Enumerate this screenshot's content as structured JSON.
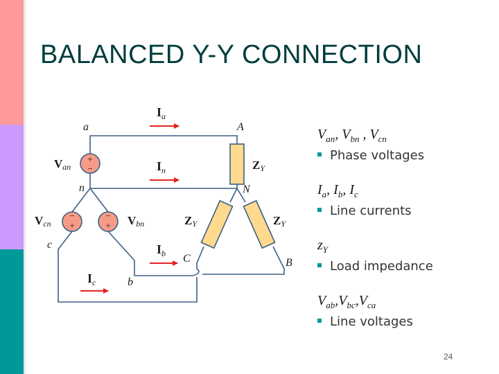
{
  "slide": {
    "title": "BALANCED Y-Y CONNECTION",
    "page_number": "24",
    "accent_colors": {
      "stripe_top": "#ff9a9a",
      "stripe_middle": "#cc99ff",
      "stripe_bottom": "#009999",
      "title": "#003d3d",
      "wire": "#3b5f86",
      "arrow": "#e52222",
      "load": "#ffd98e"
    }
  },
  "circuit": {
    "nodes": {
      "a": "a",
      "n": "n",
      "c": "c",
      "b": "b",
      "A": "A",
      "N": "N",
      "B": "B",
      "C": "C"
    },
    "currents": {
      "ia": {
        "main": "I",
        "sub": "a"
      },
      "in": {
        "main": "I",
        "sub": "n"
      },
      "ib": {
        "main": "I",
        "sub": "b"
      },
      "ic": {
        "main": "I",
        "sub": "c"
      }
    },
    "sources": {
      "van": {
        "main": "V",
        "sub": "an"
      },
      "vcn": {
        "main": "V",
        "sub": "cn"
      },
      "vbn": {
        "main": "V",
        "sub": "bn"
      },
      "plus": "+",
      "minus": "−"
    },
    "loads": {
      "za": {
        "main": "Z",
        "sub": "Y"
      },
      "zc": {
        "main": "Z",
        "sub": "Y"
      },
      "zb": {
        "main": "Z",
        "sub": "Y"
      }
    }
  },
  "legend": [
    {
      "s1": "V",
      "s1sub": "an",
      "sep1": ", ",
      "s2": "V",
      "s2sub": "bn",
      "sep2": " , ",
      "s3": "V",
      "s3sub": "cn",
      "description": "Phase voltages"
    },
    {
      "s1": "I",
      "s1sub": "a",
      "sep1": ", ",
      "s2": "I",
      "s2sub": "b",
      "sep2": ", ",
      "s3": "I",
      "s3sub": "c",
      "description": "Line currents"
    },
    {
      "s1": "z",
      "s1sub": "Y",
      "description": "Load impedance"
    },
    {
      "s1": "V",
      "s1sub": "ab",
      "sep1": ",",
      "s2": "V",
      "s2sub": "bc",
      "sep2": ",",
      "s3": "V",
      "s3sub": "ca",
      "description": "Line voltages"
    }
  ]
}
